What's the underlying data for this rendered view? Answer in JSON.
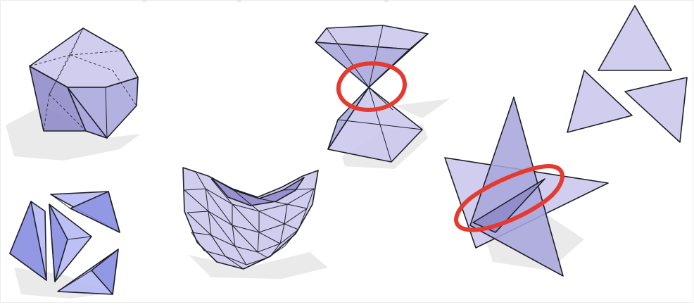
{
  "colors": {
    "face_light": "#c9c6ec",
    "face_mid": "#a9a6dc",
    "face_dark": "#8e8ac8",
    "face_blue": "#b3b7f2",
    "face_blue_dark": "#8c92e0",
    "shadow": "#d6d6d6",
    "edge": "#1f1f2a",
    "highlight_ring": "#e53a30"
  },
  "figures": [
    {
      "id": "icosahedron",
      "description_label": ""
    },
    {
      "id": "exploded-tetrahedra",
      "description_label": ""
    },
    {
      "id": "saddle-surface",
      "description_label": ""
    },
    {
      "id": "double-cone-vertex",
      "description_label": ""
    },
    {
      "id": "intersecting-triangles",
      "description_label": ""
    },
    {
      "id": "separated-triangles",
      "description_label": ""
    }
  ],
  "highlights": [
    {
      "figure": "double-cone-vertex",
      "type": "ring"
    },
    {
      "figure": "intersecting-triangles",
      "type": "ring"
    }
  ]
}
